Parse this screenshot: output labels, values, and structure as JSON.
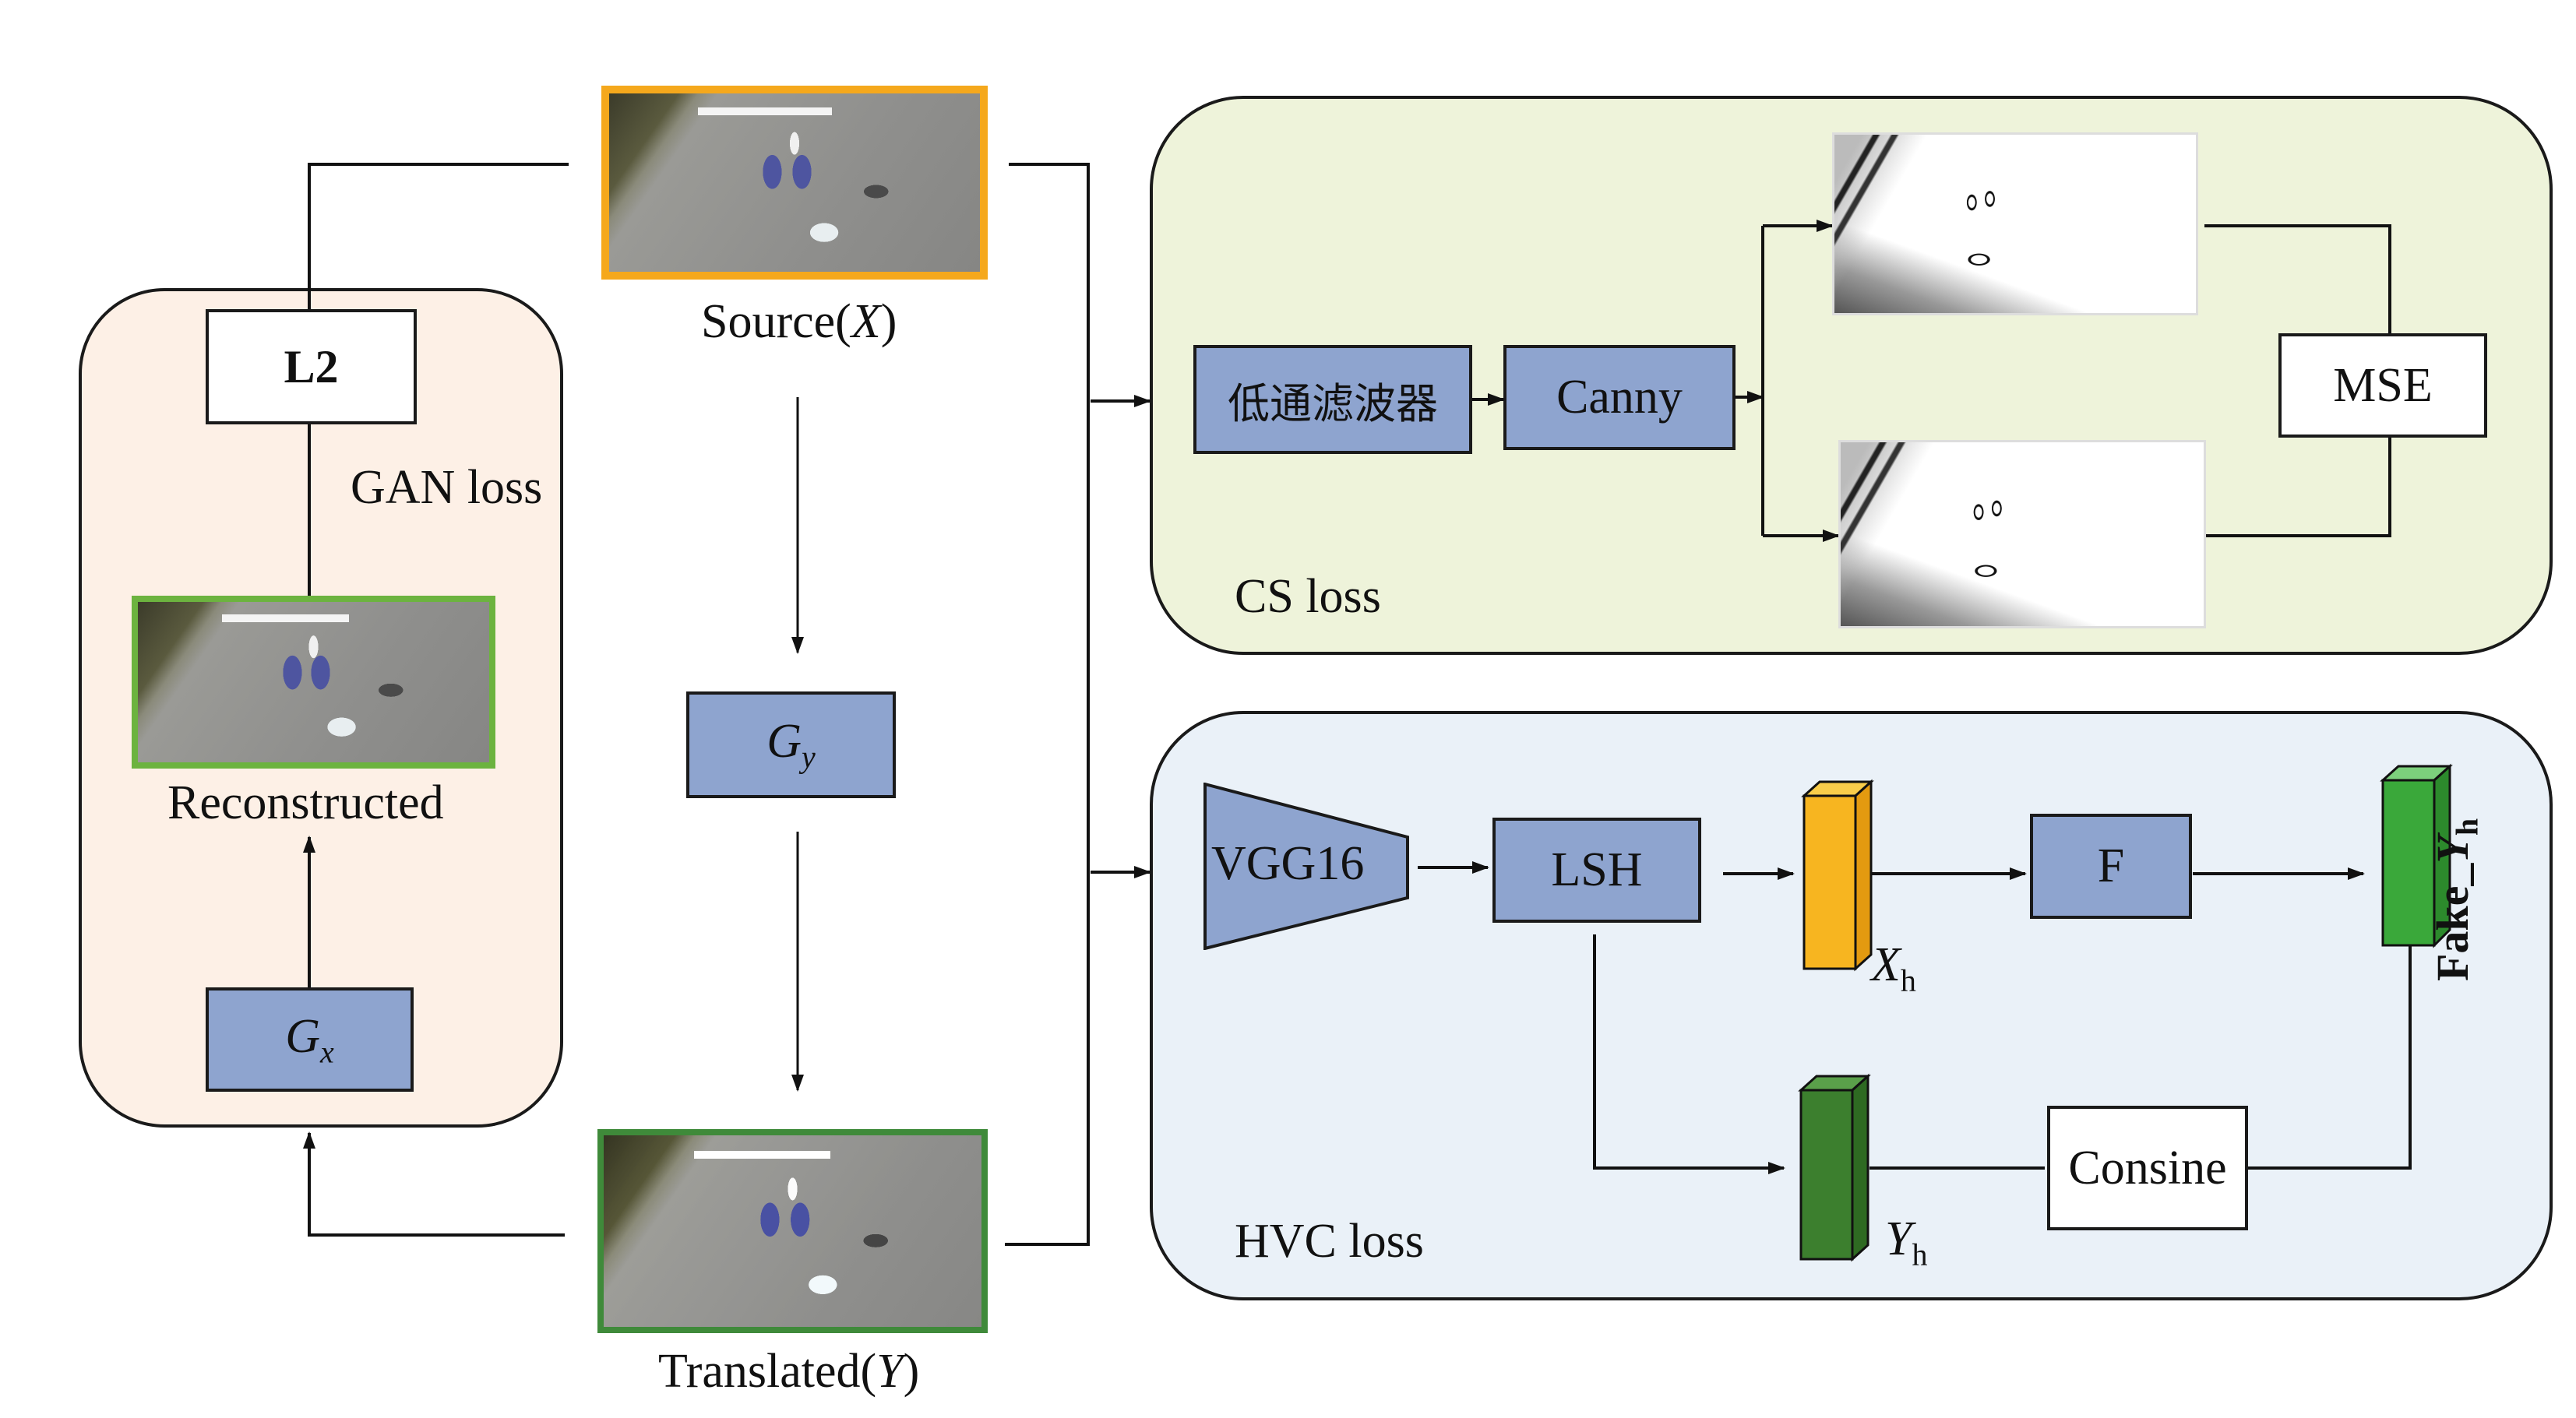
{
  "diagram": {
    "source_label": "Source(",
    "source_var": "X",
    "source_close": ")",
    "translated_label": "Translated(",
    "translated_var": "Y",
    "translated_close": ")",
    "reconstructed_label": "Reconstructed",
    "gan_panel": {
      "title": "GAN loss",
      "l2_box": "L2",
      "gx_box": "G",
      "gx_sub": "x"
    },
    "gy_box": "G",
    "gy_sub": "y",
    "cs_panel": {
      "title": "CS loss",
      "lowpass_box": "低通滤波器",
      "canny_box": "Canny",
      "mse_box": "MSE"
    },
    "hvc_panel": {
      "title": "HVC loss",
      "vgg_block": "VGG16",
      "lsh_box": "LSH",
      "f_box": "F",
      "cosine_box": "Consine",
      "xh_label": "X",
      "xh_sub": "h",
      "yh_label": "Y",
      "yh_sub": "h",
      "fake_label": "Fake_",
      "fake_var": "Y",
      "fake_sub": "h"
    },
    "colors": {
      "block_blue": "#8ea4cf",
      "source_frame": "#f5a81c",
      "reconstructed_frame": "#6cb33f",
      "translated_frame": "#3f8a3a",
      "xh_cube": "#f7b520",
      "yh_cube": "#3c7f2e",
      "fake_cube": "#3aa83a",
      "gan_panel_bg": "#fdf0e6",
      "cs_panel_bg": "#eef3da",
      "hvc_panel_bg": "#eaf1f8"
    }
  }
}
